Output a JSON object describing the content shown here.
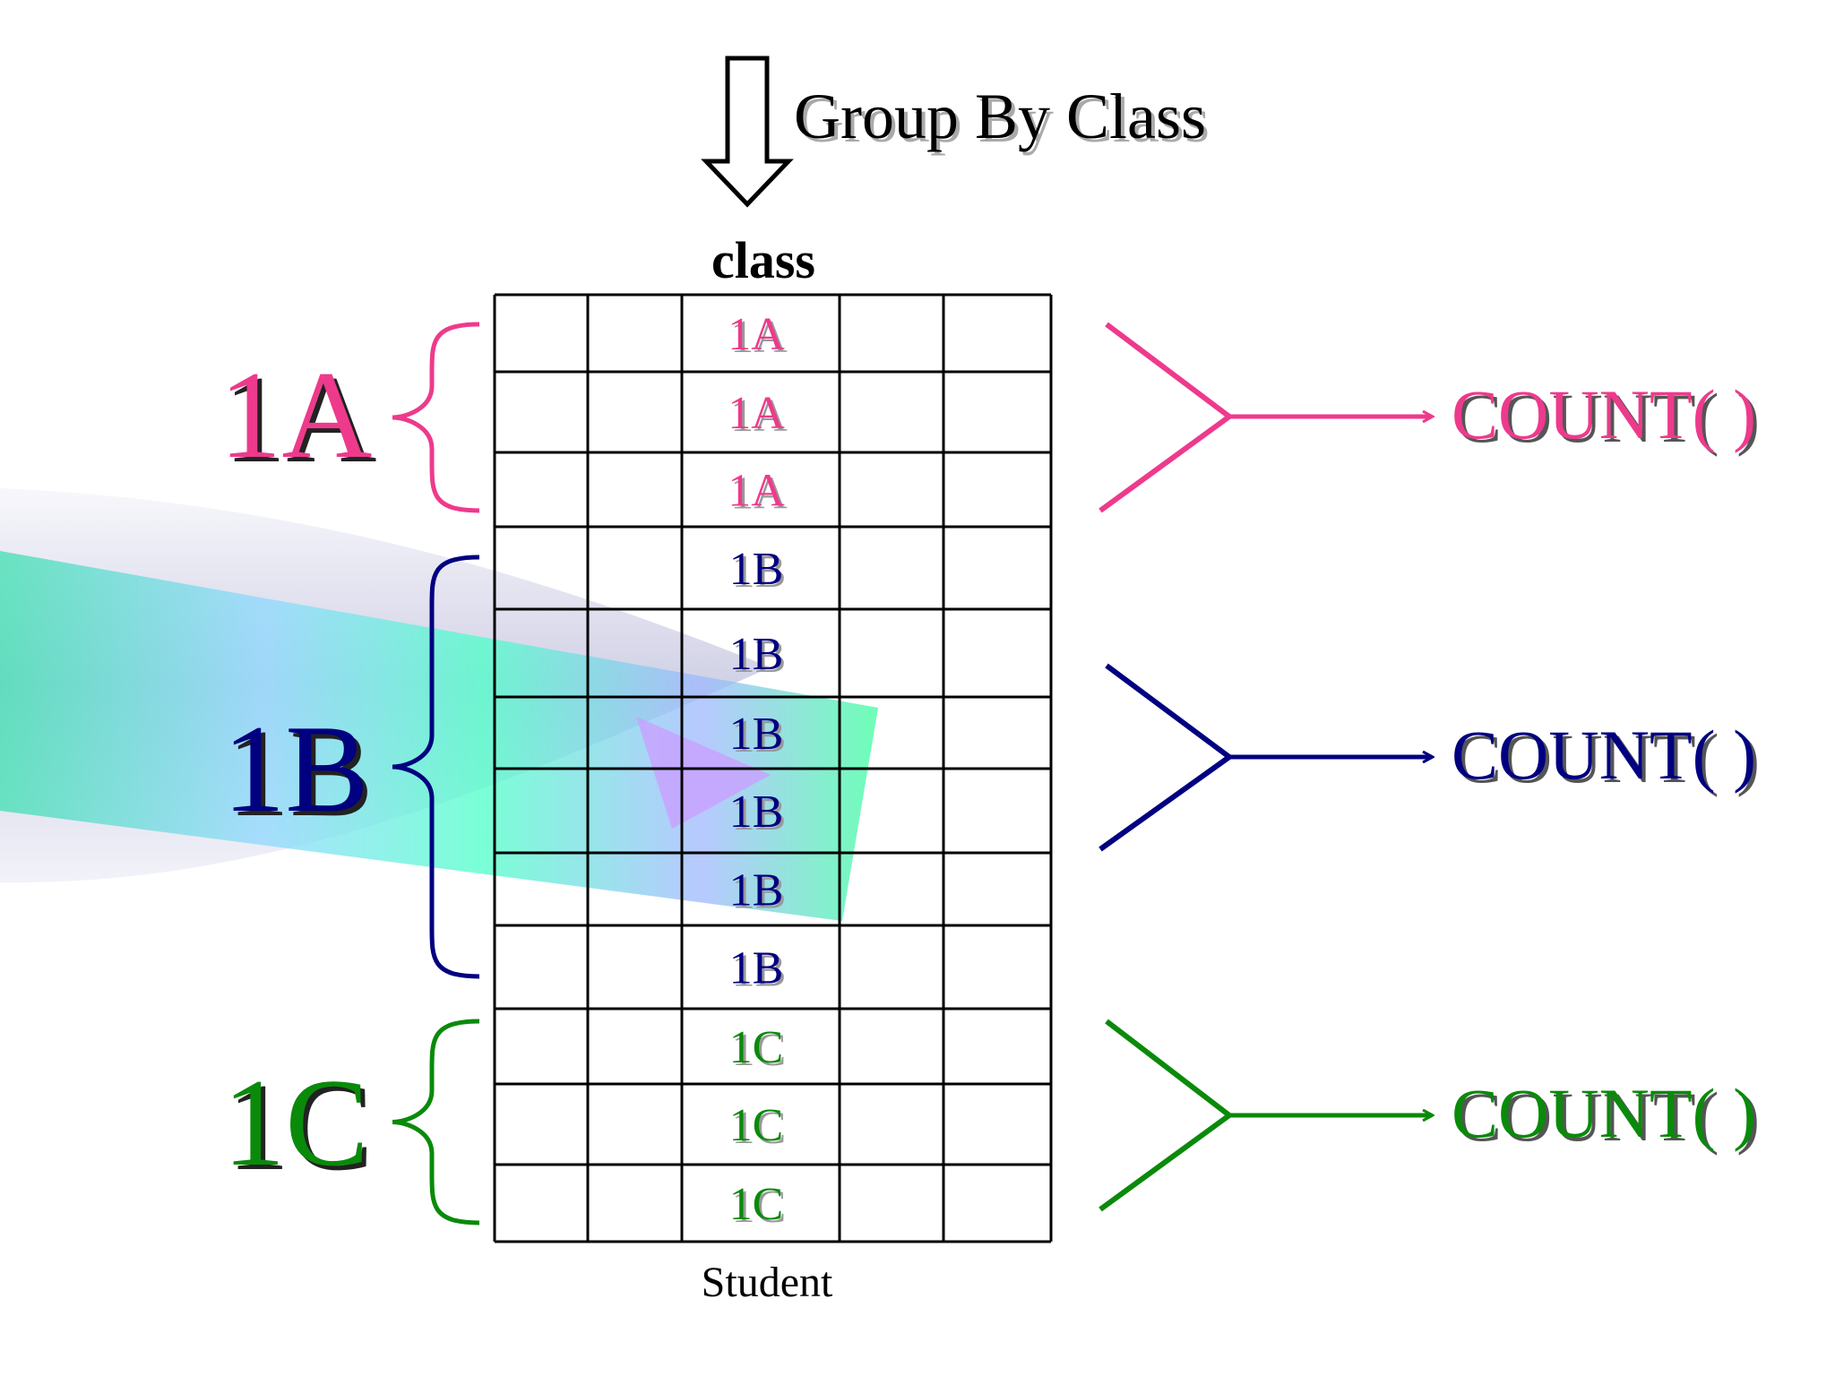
{
  "title": "Group By Class",
  "column_header": "class",
  "table_caption": "Student",
  "colors": {
    "1A": "#ee3a8c",
    "1B": "#000080",
    "1C": "#0a8a0a",
    "shadow": "#999999",
    "grid": "#000000"
  },
  "rows": [
    "1A",
    "1A",
    "1A",
    "1B",
    "1B",
    "1B",
    "1B",
    "1B",
    "1B",
    "1C",
    "1C",
    "1C"
  ],
  "groups": [
    {
      "label": "1A",
      "result": "COUNT( )"
    },
    {
      "label": "1B",
      "result": "COUNT( )"
    },
    {
      "label": "1C",
      "result": "COUNT( )"
    }
  ]
}
